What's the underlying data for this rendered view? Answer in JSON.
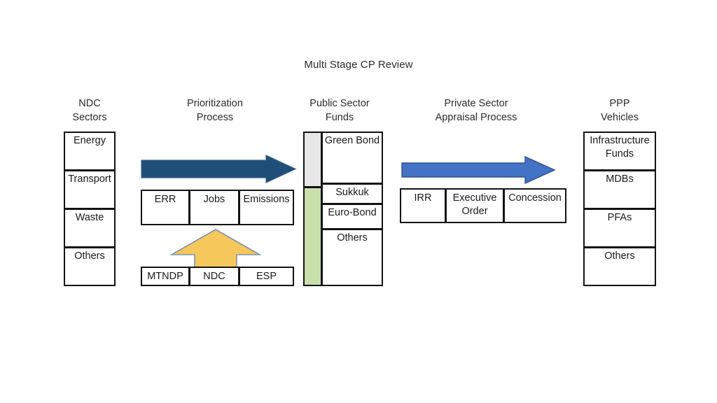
{
  "slide": {
    "title": "Multi Stage CP Review",
    "background": "#ffffff"
  },
  "colors": {
    "box_border": "#121212",
    "dark_blue_arrow": "#1F4E79",
    "dark_blue_arrow_edge": "#2E5E8C",
    "light_blue_arrow": "#4472C4",
    "light_blue_arrow_edge": "#2F528F",
    "yellow_arrow": "#F6C85B",
    "yellow_arrow_edge": "#7C92AE",
    "strip_gray": "#E7E7E7",
    "strip_green": "#C8E0AA"
  },
  "columns": {
    "ndc_sectors": {
      "header_line1": "NDC",
      "header_line2": "Sectors",
      "items": [
        "Energy",
        "Transport",
        "Waste",
        "Others"
      ]
    },
    "prioritization": {
      "header_line1": "Prioritization",
      "header_line2": "Process",
      "arrow": "right-arrow-dark-blue",
      "criteria": [
        "ERR",
        "Jobs",
        "Emissions"
      ],
      "up_arrow": "up-arrow-yellow",
      "sources": [
        "MTNDP",
        "NDC",
        "ESP"
      ]
    },
    "public_sector_funds": {
      "header_line1": "Public Sector",
      "header_line2": "Funds",
      "strip_segments": [
        {
          "name": "gray-segment",
          "color": "#E7E7E7"
        },
        {
          "name": "green-segment",
          "color": "#C8E0AA"
        }
      ],
      "items": [
        "Green Bond",
        "Sukkuk",
        "Euro-Bond",
        "Others"
      ]
    },
    "private_sector": {
      "header_line1": "Private Sector",
      "header_line2": "Appraisal Process",
      "arrow": "right-arrow-light-blue",
      "criteria": [
        "IRR",
        "Executive Order",
        "Concession"
      ]
    },
    "ppp_vehicles": {
      "header_line1": "PPP",
      "header_line2": "Vehicles",
      "items": [
        "Infrastructure Funds",
        "MDBs",
        "PFAs",
        "Others"
      ]
    }
  }
}
